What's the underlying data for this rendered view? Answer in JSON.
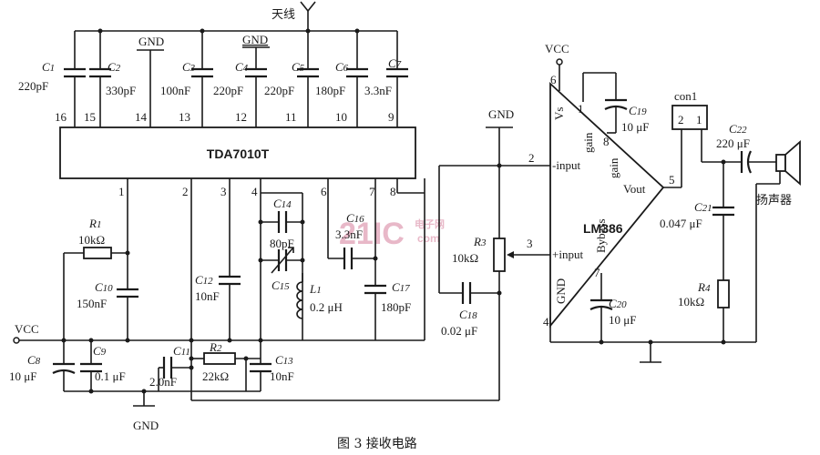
{
  "figure": {
    "caption": "图 3  接收电路"
  },
  "watermark": {
    "brand": "21IC",
    "sub": "电子网",
    "url": "com"
  },
  "ic1": {
    "name": "TDA7010T",
    "top_pins": [
      "16",
      "15",
      "14",
      "13",
      "12",
      "11",
      "10",
      "9"
    ],
    "bottom_pins": [
      "1",
      "2",
      "3",
      "4",
      "6",
      "7",
      "8"
    ]
  },
  "ic2": {
    "name": "LM386",
    "pins": {
      "vs": "6",
      "p1": "1",
      "p8": "8",
      "p2": "2",
      "p3": "3",
      "p7": "7",
      "p4": "4",
      "p5": "5"
    },
    "labels": {
      "vs": "Vs",
      "gain1": "gain",
      "gain2": "gain",
      "minus": "-input",
      "plus": "+input",
      "bypass": "Bybass",
      "gnd": "GND",
      "vout": "Vout"
    }
  },
  "connector": {
    "name": "con1",
    "pin2": "2",
    "pin1": "1"
  },
  "power": {
    "vcc_left": "VCC",
    "vcc_right": "VCC",
    "gnd_top1": "GND",
    "gnd_top2": "GND",
    "gnd_right": "GND",
    "gnd_bottom": "GND"
  },
  "antenna": {
    "label": "天线"
  },
  "speaker": {
    "label": "扬声器"
  },
  "components": {
    "C1": {
      "ref": "C",
      "sub": "1",
      "value": "220pF"
    },
    "C2": {
      "ref": "C",
      "sub": "2",
      "value": "330pF"
    },
    "C3": {
      "ref": "C",
      "sub": "3",
      "value": "100nF"
    },
    "C4": {
      "ref": "C",
      "sub": "4",
      "value": "220pF"
    },
    "C5": {
      "ref": "C",
      "sub": "5",
      "value": "220pF"
    },
    "C6": {
      "ref": "C",
      "sub": "6",
      "value": "180pF"
    },
    "C7": {
      "ref": "C",
      "sub": "7",
      "value": "3.3nF"
    },
    "R1": {
      "ref": "R",
      "sub": "1",
      "value": "10kΩ"
    },
    "C10": {
      "ref": "C",
      "sub": "10",
      "value": "150nF"
    },
    "C12": {
      "ref": "C",
      "sub": "12",
      "value": "10nF"
    },
    "C14": {
      "ref": "C",
      "sub": "14",
      "value": "80pF"
    },
    "C15": {
      "ref": "C",
      "sub": "15",
      "value": ""
    },
    "L1": {
      "ref": "L",
      "sub": "1",
      "value": "0.2 μH"
    },
    "C16": {
      "ref": "C",
      "sub": "16",
      "value": "3.3nF"
    },
    "C17": {
      "ref": "C",
      "sub": "17",
      "value": "180pF"
    },
    "C8": {
      "ref": "C",
      "sub": "8",
      "value": "10 μF"
    },
    "C9": {
      "ref": "C",
      "sub": "9",
      "value": "0.1 μF"
    },
    "C11": {
      "ref": "C",
      "sub": "11",
      "value": "2.0nF"
    },
    "R2": {
      "ref": "R",
      "sub": "2",
      "value": "22kΩ"
    },
    "C13": {
      "ref": "C",
      "sub": "13",
      "value": "10nF"
    },
    "R3": {
      "ref": "R",
      "sub": "3",
      "value": "10kΩ"
    },
    "C18": {
      "ref": "C",
      "sub": "18",
      "value": "0.02 μF"
    },
    "C19": {
      "ref": "C",
      "sub": "19",
      "value": "10 μF"
    },
    "C20": {
      "ref": "C",
      "sub": "20",
      "value": "10 μF"
    },
    "C21": {
      "ref": "C",
      "sub": "21",
      "value": "0.047 μF"
    },
    "C22": {
      "ref": "C",
      "sub": "22",
      "value": "220 μF"
    },
    "R4": {
      "ref": "R",
      "sub": "4",
      "value": "10kΩ"
    }
  }
}
